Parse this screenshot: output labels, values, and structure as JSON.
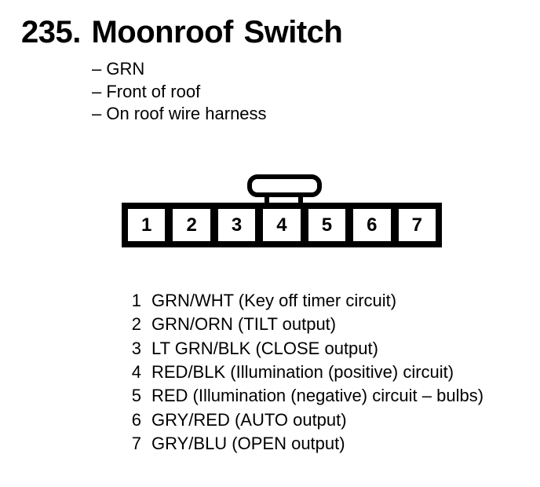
{
  "title": "235. Moonroof Switch",
  "notes": [
    "– GRN",
    "– Front of roof",
    "– On roof wire harness"
  ],
  "connector": {
    "type": "7-cavity connector, front view with lock tab",
    "ink_color": "#000000",
    "background_color": "#ffffff",
    "cavities": [
      "1",
      "2",
      "3",
      "4",
      "5",
      "6",
      "7"
    ]
  },
  "pins": [
    {
      "num": "1",
      "desc": "GRN/WHT (Key off timer circuit)"
    },
    {
      "num": "2",
      "desc": "GRN/ORN (TILT output)"
    },
    {
      "num": "3",
      "desc": "LT GRN/BLK (CLOSE output)"
    },
    {
      "num": "4",
      "desc": "RED/BLK (Illumination (positive) circuit)"
    },
    {
      "num": "5",
      "desc": "RED (Illumination (negative) circuit – bulbs)"
    },
    {
      "num": "6",
      "desc": "GRY/RED (AUTO output)"
    },
    {
      "num": "7",
      "desc": "GRY/BLU (OPEN output)"
    }
  ]
}
